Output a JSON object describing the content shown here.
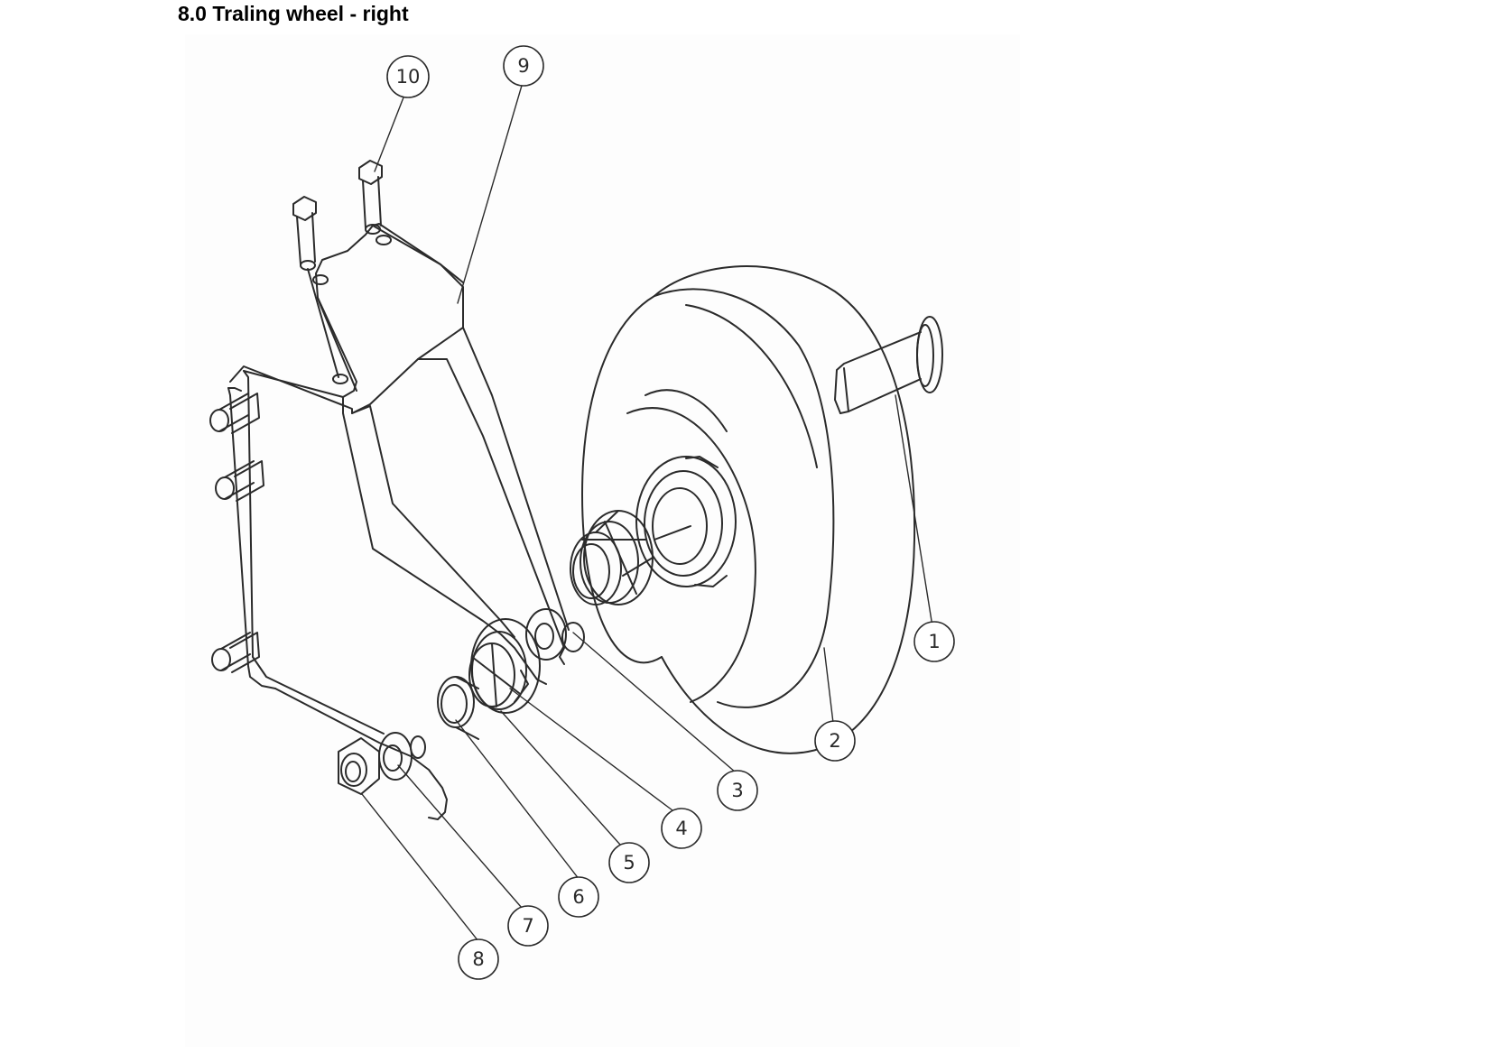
{
  "page": {
    "section_title": "8.0 Traling wheel - right"
  },
  "diagram": {
    "line_color": "#2b2b2b",
    "background_color": "#fdfdfd",
    "callouts": [
      "1",
      "2",
      "3",
      "4",
      "5",
      "6",
      "7",
      "8",
      "9",
      "10"
    ]
  }
}
